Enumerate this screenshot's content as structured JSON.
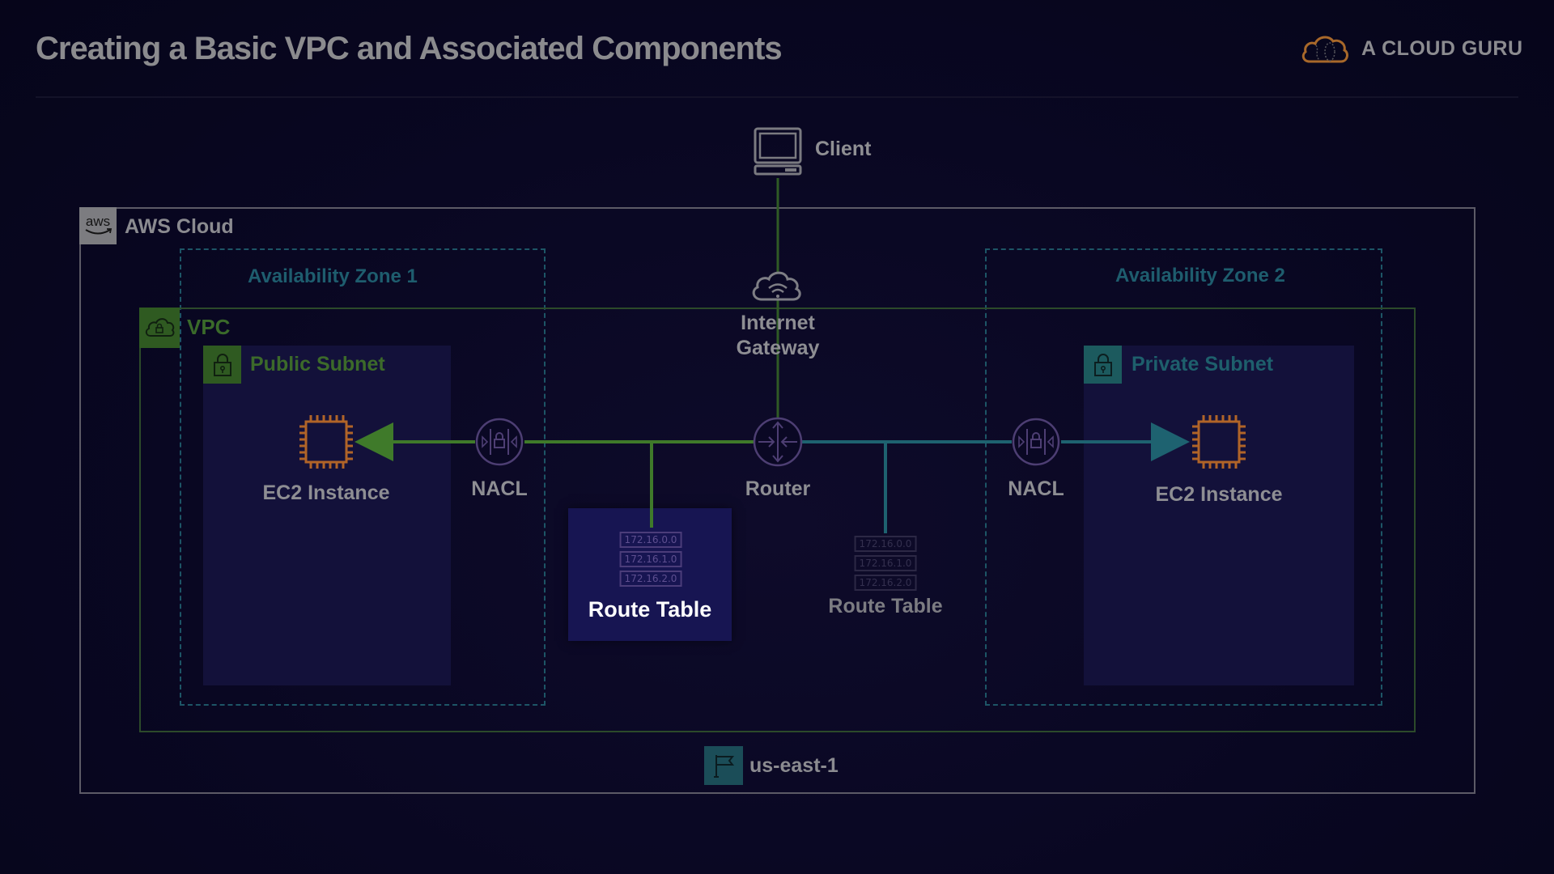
{
  "header": {
    "title": "Creating a Basic VPC and Associated Components",
    "brand": "A CLOUD GURU",
    "brand_icon": "cloud-logo-icon"
  },
  "colors": {
    "background": "#090722",
    "public_path": "#3f7a2a",
    "private_path": "#1e6270",
    "ec2_orange": "#b8692a",
    "highlight_box": "#171552"
  },
  "diagram": {
    "client": {
      "label": "Client",
      "icon": "computer-icon"
    },
    "aws_cloud": {
      "label": "AWS Cloud",
      "badge": "aws",
      "icon": "aws-logo-icon"
    },
    "availability_zones": [
      {
        "label": "Availability Zone 1"
      },
      {
        "label": "Availability Zone 2"
      }
    ],
    "vpc": {
      "label": "VPC",
      "icon": "vpc-cloud-lock-icon"
    },
    "subnets": [
      {
        "label": "Public Subnet",
        "icon": "lock-icon"
      },
      {
        "label": "Private Subnet",
        "icon": "lock-icon"
      }
    ],
    "internet_gateway": {
      "label": "Internet Gateway",
      "line1": "Internet",
      "line2": "Gateway",
      "icon": "internet-gateway-icon"
    },
    "router": {
      "label": "Router",
      "icon": "router-icon"
    },
    "nacls": [
      {
        "label": "NACL",
        "icon": "nacl-icon"
      },
      {
        "label": "NACL",
        "icon": "nacl-icon"
      }
    ],
    "ec2_instances": [
      {
        "label": "EC2 Instance",
        "icon": "chip-icon"
      },
      {
        "label": "EC2 Instance",
        "icon": "chip-icon"
      }
    ],
    "route_tables": [
      {
        "label": "Route Table",
        "highlighted": true,
        "routes": [
          "172.16.0.0",
          "172.16.1.0",
          "172.16.2.0"
        ]
      },
      {
        "label": "Route Table",
        "highlighted": false,
        "routes": [
          "172.16.0.0",
          "172.16.1.0",
          "172.16.2.0"
        ]
      }
    ],
    "region": {
      "label": "us-east-1",
      "icon": "flag-icon"
    }
  }
}
